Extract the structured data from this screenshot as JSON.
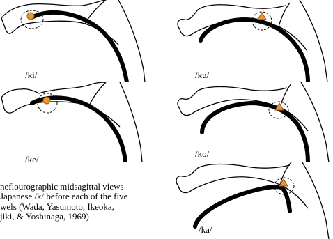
{
  "panels": {
    "ki": {
      "label": "/ki/",
      "marker": "circle"
    },
    "ku": {
      "label": "/ku/",
      "marker": "triangle"
    },
    "ke": {
      "label": "/ke/",
      "marker": "circle"
    },
    "ko": {
      "label": "/ko/",
      "marker": "triangle"
    },
    "ka": {
      "label": "/ka/",
      "marker": "triangle"
    }
  },
  "caption": {
    "line1": "neflourographic midsagittal views",
    "line2": "Japanese /k/ before each of the five",
    "line3": "wels (Wada, Yasumoto, Ikeoka,",
    "line4": "jiki, & Yoshinaga, 1969)"
  },
  "colors": {
    "marker_fill": "#f0922e",
    "marker_stroke": "#9a5a14",
    "line": "#000000",
    "tongue": "#000000"
  }
}
